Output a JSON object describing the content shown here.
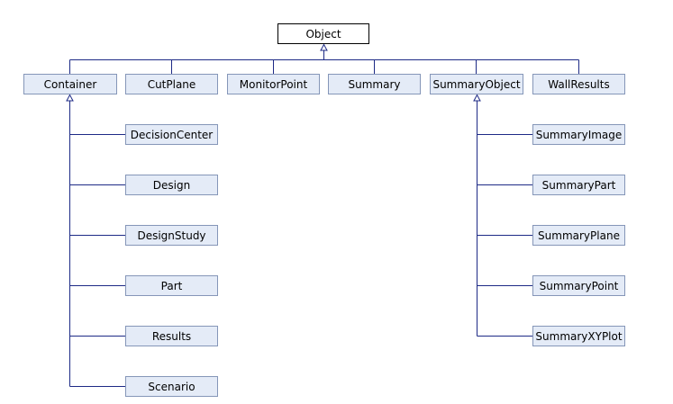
{
  "root": {
    "label": "Object"
  },
  "level1": [
    {
      "label": "Container"
    },
    {
      "label": "CutPlane"
    },
    {
      "label": "MonitorPoint"
    },
    {
      "label": "Summary"
    },
    {
      "label": "SummaryObject"
    },
    {
      "label": "WallResults"
    }
  ],
  "container_children": [
    {
      "label": "DecisionCenter"
    },
    {
      "label": "Design"
    },
    {
      "label": "DesignStudy"
    },
    {
      "label": "Part"
    },
    {
      "label": "Results"
    },
    {
      "label": "Scenario"
    }
  ],
  "summaryobject_children": [
    {
      "label": "SummaryImage"
    },
    {
      "label": "SummaryPart"
    },
    {
      "label": "SummaryPlane"
    },
    {
      "label": "SummaryPoint"
    },
    {
      "label": "SummaryXYPlot"
    }
  ]
}
